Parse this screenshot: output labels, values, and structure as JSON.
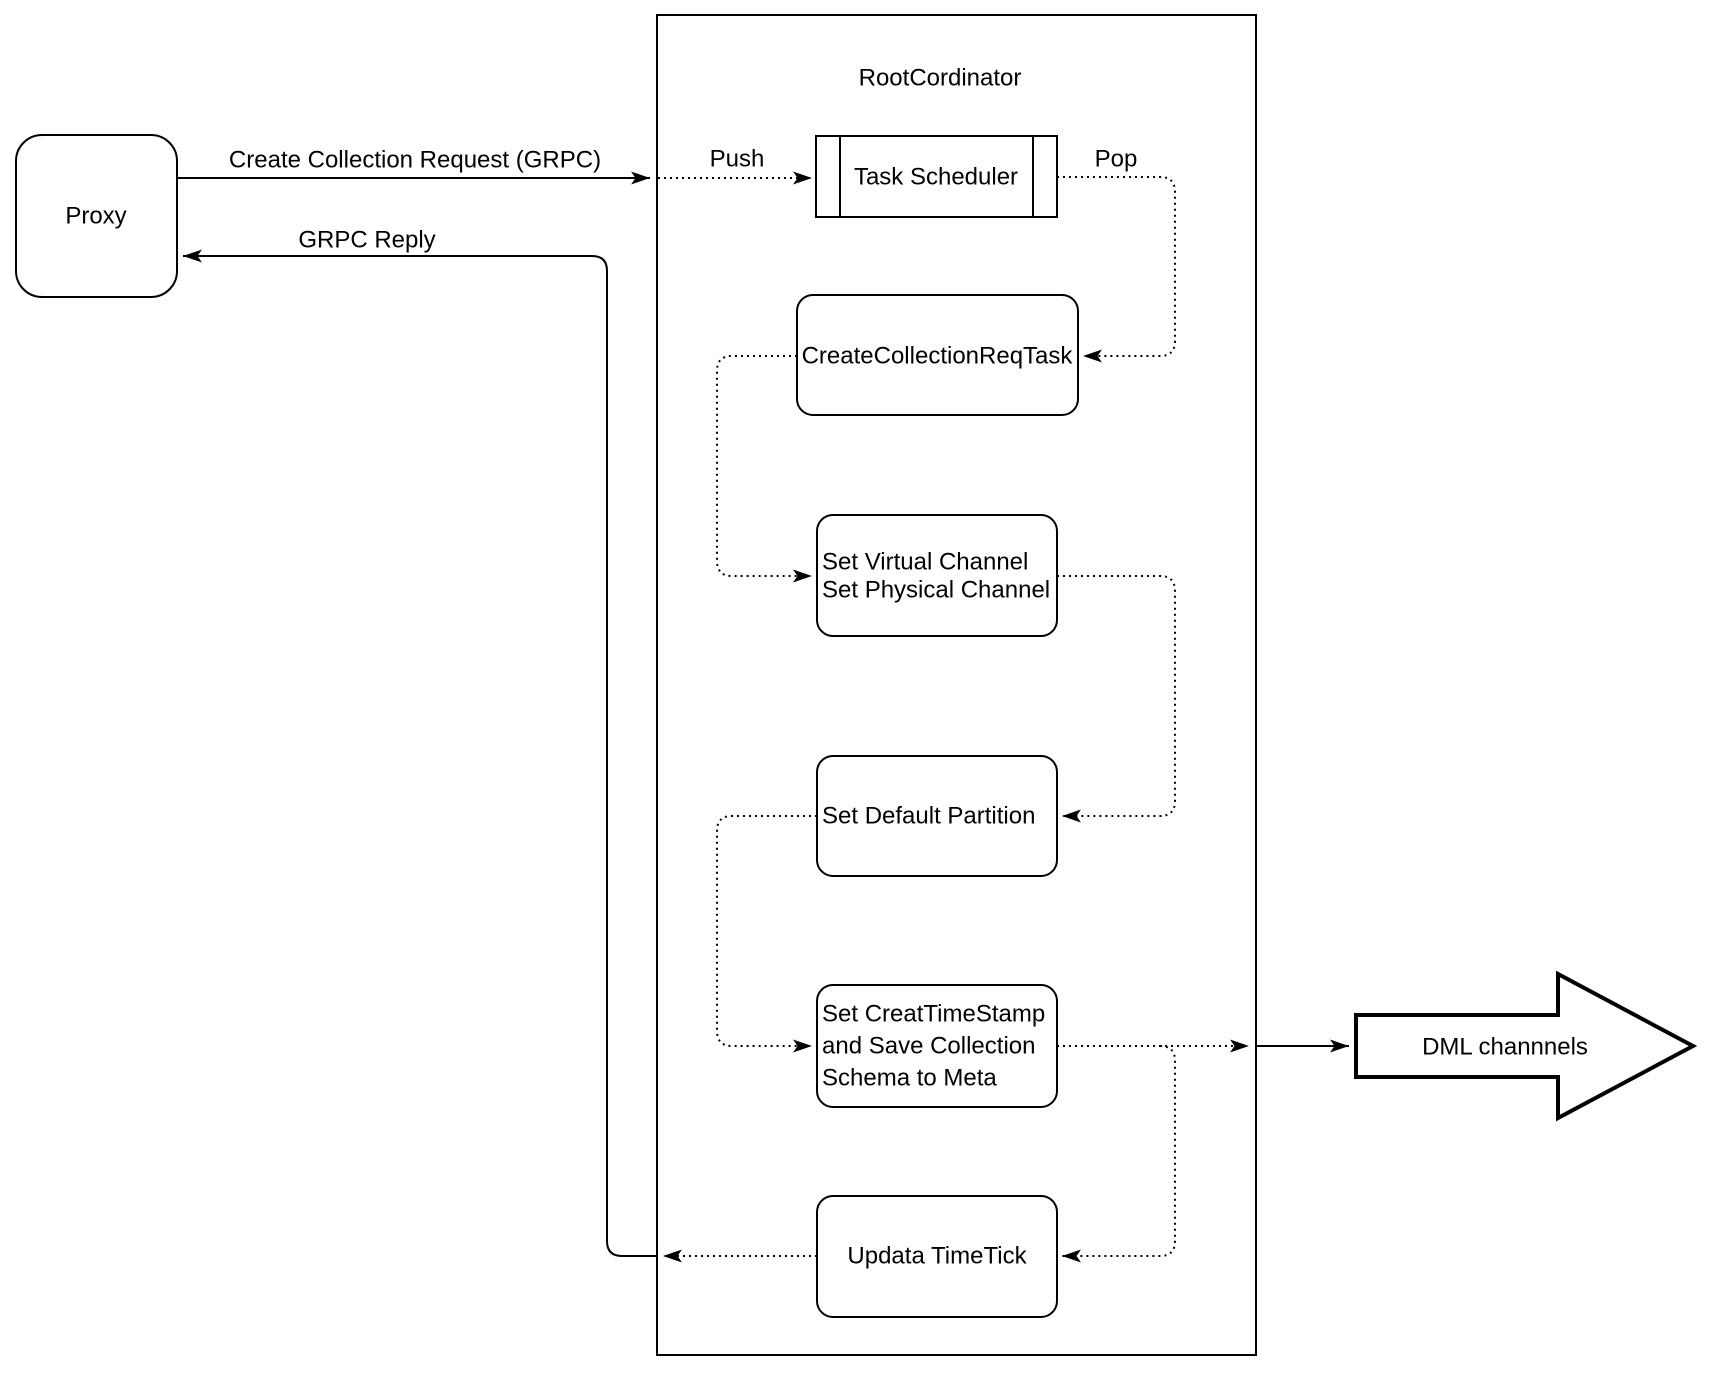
{
  "diagram": {
    "colors": {
      "background": "#ffffff",
      "line": "#000000",
      "text": "#000000"
    },
    "nodes": {
      "proxy": {
        "label": "Proxy"
      },
      "root_coordinator": {
        "label": "RootCordinator"
      },
      "task_scheduler": {
        "label": "Task Scheduler"
      },
      "create_collection_req_task": {
        "label": "CreateCollectionReqTask"
      },
      "set_channels": {
        "lines": [
          "Set Virtual Channel",
          "Set Physical Channel"
        ]
      },
      "set_default_partition": {
        "label": "Set Default Partition"
      },
      "set_timestamp_save_schema": {
        "lines": [
          "Set CreatTimeStamp",
          "and Save Collection",
          "Schema to Meta"
        ]
      },
      "update_timetick": {
        "label": "Updata TimeTick"
      },
      "dml_channels": {
        "label": "DML channnels"
      }
    },
    "edge_labels": {
      "create_collection_request": "Create Collection Request (GRPC)",
      "grpc_reply": "GRPC Reply",
      "push": "Push",
      "pop": "Pop"
    }
  }
}
